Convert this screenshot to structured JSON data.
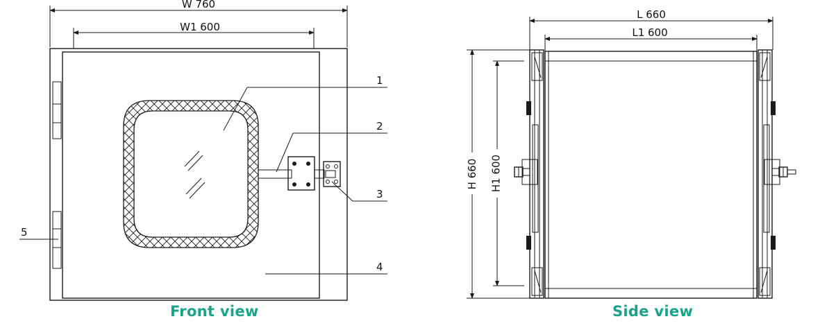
{
  "front_view": {
    "caption": "Front view",
    "dim_outer_width": "W 760",
    "dim_inner_width": "W1 600",
    "callouts": [
      "1",
      "2",
      "3",
      "4",
      "5"
    ]
  },
  "side_view": {
    "caption": "Side view",
    "dim_outer_length": "L 660",
    "dim_inner_length": "L1 600",
    "dim_outer_height": "H 660",
    "dim_inner_height": "H1 600"
  },
  "colors": {
    "caption": "#1aa389",
    "line": "#1a1a1a",
    "fill_gray": "#f2f2f2"
  }
}
